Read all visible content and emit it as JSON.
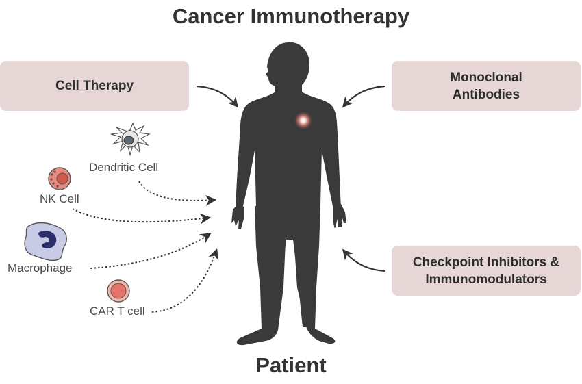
{
  "title": "Cancer Immunotherapy",
  "patient_label": "Patient",
  "boxes": {
    "cell_therapy": "Cell Therapy",
    "monoclonal_line1": "Monoclonal",
    "monoclonal_line2": "Antibodies",
    "checkpoint_line1": "Checkpoint Inhibitors &",
    "checkpoint_line2": "Immunomodulators"
  },
  "cells": {
    "dendritic": "Dendritic Cell",
    "nk": "NK Cell",
    "macrophage": "Macrophage",
    "car_t": "CAR T cell"
  },
  "colors": {
    "box_fill": "#e7d6d6",
    "body_silhouette": "#3a3a3a",
    "cell_fill": "#e88a7e",
    "macrophage_fill": "#c9cbe6",
    "macrophage_nucleus": "#2a2f6a",
    "tumor_glow": "#f6b3a6"
  }
}
